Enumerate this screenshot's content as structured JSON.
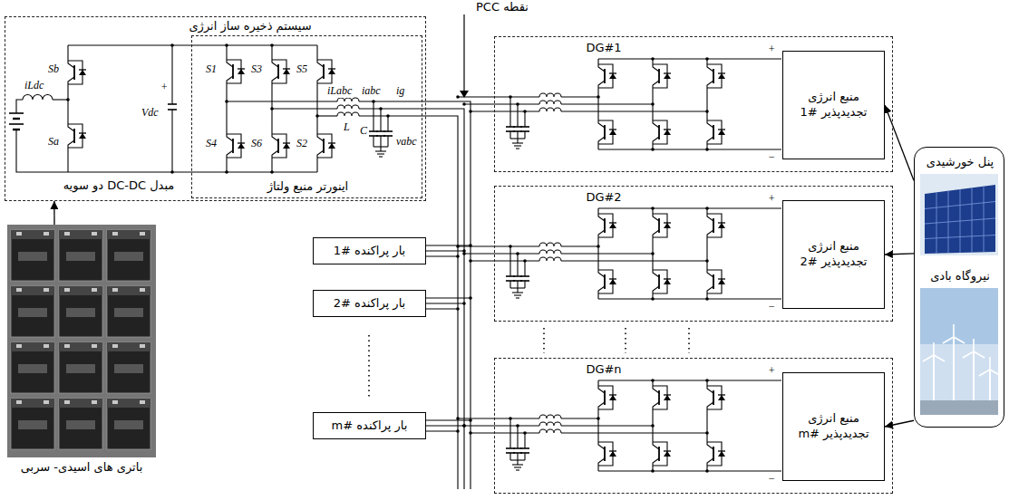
{
  "diagram": {
    "nodes": [
      {
        "text": [
          "سیستم ذخیره ساز انرژی"
        ]
      },
      {
        "text": [
          "اینورتر منبع ولتاژ"
        ],
        "in": 0
      },
      {
        "text": [
          "باتری های اسیدی- سربی"
        ]
      },
      {
        "text": [
          "DG#1"
        ]
      },
      {
        "text": [
          "منبع انرژی تجدیدپذیر #1"
        ],
        "in": 3
      },
      {
        "text": [
          "DG#2"
        ]
      },
      {
        "text": [
          "منبع انرژی تجدیدپذیر #2"
        ],
        "in": 5
      },
      {
        "text": [
          "DG#n"
        ]
      },
      {
        "text": [
          "منبع انرژی تجدیدپذیر #m"
        ],
        "in": 7
      },
      {
        "text": [
          "بار پراکنده #1"
        ]
      },
      {
        "text": [
          "بار پراکنده #2"
        ]
      },
      {
        "text": [
          "بار پراکنده #m"
        ]
      },
      {
        "text": [
          "پنل خورشیدی",
          "نیروگاه بادی"
        ]
      }
    ],
    "edges": [
      {
        "from": 2,
        "to": 0,
        "arrow": "to"
      },
      {
        "from": 12,
        "to": 4,
        "arrow": "to"
      },
      {
        "from": 12,
        "to": 6,
        "arrow": "to"
      },
      {
        "from": 12,
        "to": 8,
        "arrow": "to"
      }
    ],
    "labels": [
      "نقطه PCC",
      "مبدل DC-DC دو سویه",
      "Sb",
      "Sa",
      "iLdc",
      "+",
      "Vdc",
      "S1",
      "S3",
      "S5",
      "S4",
      "S6",
      "S2",
      "iLabc",
      "iabc",
      "ig",
      "L",
      "C",
      "vabc",
      "+",
      "−",
      "+",
      "−",
      "+",
      "−"
    ]
  }
}
